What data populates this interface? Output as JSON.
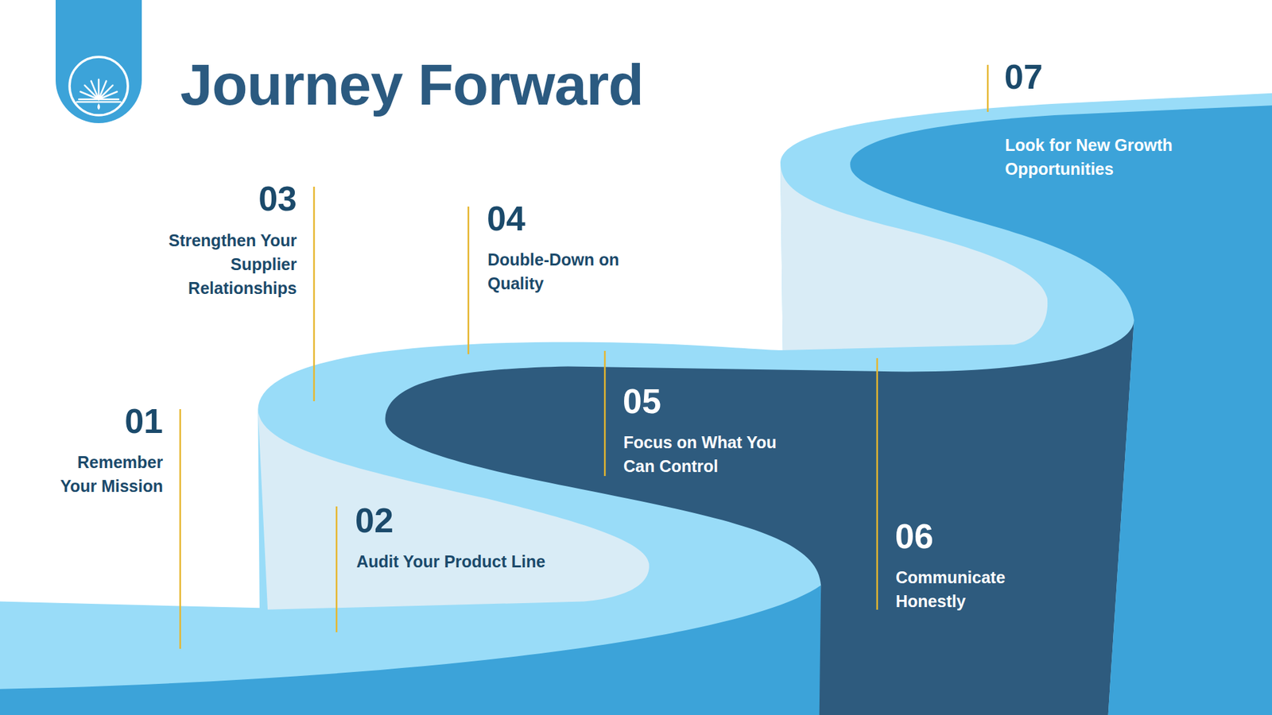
{
  "diagram": {
    "title": "Journey Forward",
    "labels": [
      "01",
      "Remember Your Mission",
      "02",
      "Audit Your Product Line",
      "03",
      "Strengthen Your Supplier Relationships",
      "04",
      "Double-Down on Quality",
      "05",
      "Focus on What You Can Control",
      "06",
      "Communicate Honestly",
      "07",
      "Look for New Growth Opportunities"
    ]
  }
}
